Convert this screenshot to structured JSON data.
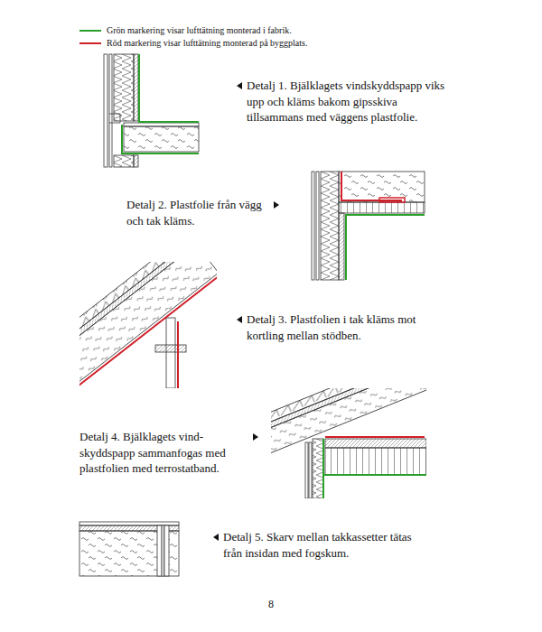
{
  "diagram": {
    "labels": [
      "Detalj 1. Bjälklagets vindskyddspapp viks upp och kläms bakom gipsskiva tillsammans med väggens plastfolie.",
      "Detalj 2. Plastfolie från vägg och tak kläms.",
      "Detalj 3. Plastfolien i tak kläms mot kortling mellan stödben.",
      "Detalj 4. Bjälklagets vind- skyddspapp sammanfogas med plastfolien med terrostatband.",
      "Detalj 5. Skarv mellan takkassetter tätas från insidan med fogskum.",
      "8"
    ],
    "legend": [
      {
        "text": "Grön markering visar lufttätning monterad i fabrik."
      },
      {
        "text": "Röd markering visar lufttätning monterad på byggplats."
      }
    ]
  }
}
